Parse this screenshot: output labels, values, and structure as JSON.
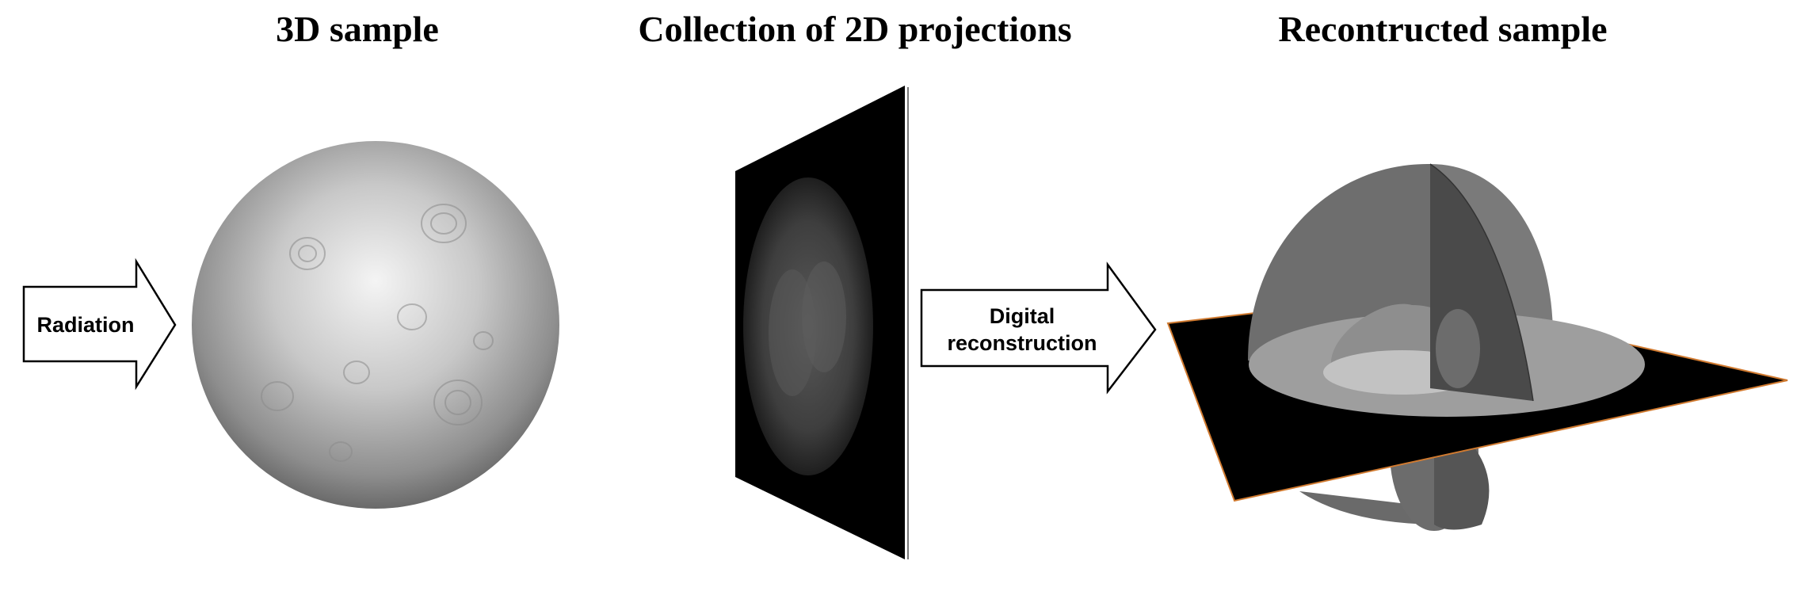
{
  "panels": [
    {
      "title": "3D sample"
    },
    {
      "title": "Collection of 2D projections"
    },
    {
      "title": "Recontructed sample"
    }
  ],
  "arrows": [
    {
      "label_lines": [
        "Radiation"
      ]
    },
    {
      "label_lines": [
        "Digital",
        "reconstruction"
      ]
    }
  ]
}
